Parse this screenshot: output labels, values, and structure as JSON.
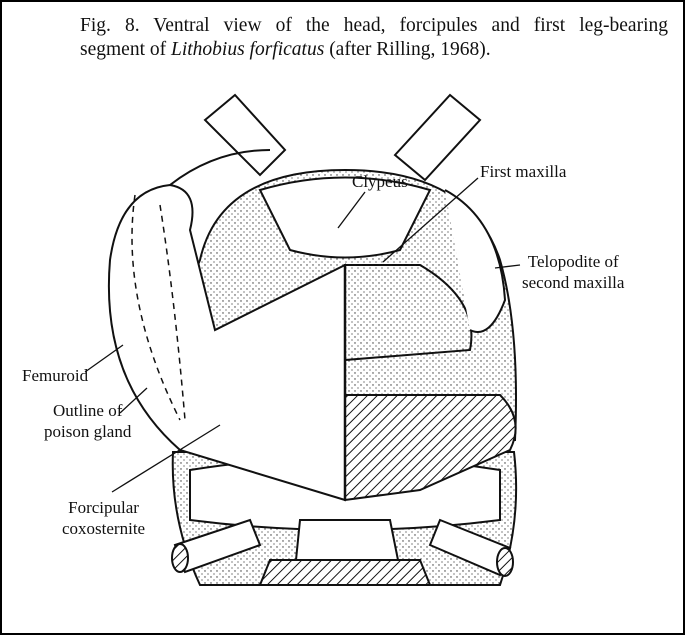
{
  "caption": {
    "line1": "Fig. 8. Ventral view of the head, forcipules and first leg-bearing",
    "line2_pre": "segment of ",
    "species": "Lithobius forficatus",
    "line2_post": " (after Rilling, 1968)."
  },
  "labels": {
    "clypeus": "Clypeus",
    "first_maxilla": "First maxilla",
    "telopodite_1": "Telopodite of",
    "telopodite_2": "second maxilla",
    "femuroid": "Femuroid",
    "poison_1": "Outline of",
    "poison_2": "poison gland",
    "coxosternite_1": "Forcipular",
    "coxosternite_2": "coxosternite"
  }
}
